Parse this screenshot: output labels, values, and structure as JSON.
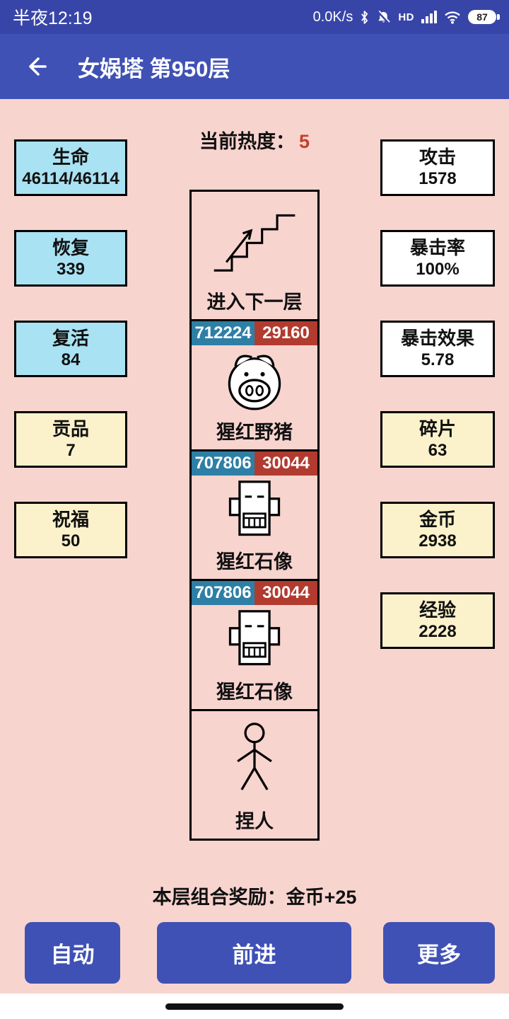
{
  "status_bar": {
    "time": "半夜12:19",
    "net_speed": "0.0K/s",
    "hd_label": "HD",
    "battery_percent": "87"
  },
  "app_bar": {
    "title": "女娲塔 第950层"
  },
  "heat": {
    "label": "当前热度：",
    "value": "5"
  },
  "stats_left": [
    {
      "label": "生命",
      "value": "46114/46114"
    },
    {
      "label": "恢复",
      "value": "339"
    },
    {
      "label": "复活",
      "value": "84"
    },
    {
      "label": "贡品",
      "value": "7"
    },
    {
      "label": "祝福",
      "value": "50"
    }
  ],
  "stats_right": [
    {
      "label": "攻击",
      "value": "1578"
    },
    {
      "label": "暴击率",
      "value": "100%"
    },
    {
      "label": "暴击效果",
      "value": "5.78"
    },
    {
      "label": "碎片",
      "value": "63"
    },
    {
      "label": "金币",
      "value": "2938"
    },
    {
      "label": "经验",
      "value": "2228"
    }
  ],
  "tower": {
    "stairs_label": "进入下一层",
    "monsters": [
      {
        "hp": "712224",
        "atk": "29160",
        "name": "猩红野猪",
        "icon": "boar-icon"
      },
      {
        "hp": "707806",
        "atk": "30044",
        "name": "猩红石像",
        "icon": "statue-icon"
      },
      {
        "hp": "707806",
        "atk": "30044",
        "name": "猩红石像",
        "icon": "statue-icon"
      }
    ],
    "player_label": "捏人"
  },
  "reward": {
    "text": "本层组合奖励：金币+25"
  },
  "buttons": [
    {
      "label": "自动"
    },
    {
      "label": "前进"
    },
    {
      "label": "更多"
    }
  ],
  "icons": [
    "back-arrow-icon",
    "bluetooth-icon",
    "mute-icon",
    "signal-icon",
    "wifi-icon",
    "battery-indicator",
    "stairs-icon",
    "boar-icon",
    "statue-icon",
    "player-icon",
    "gesture-pill"
  ],
  "colors": {
    "status_bar_bg": "#3845A8",
    "app_bar_bg": "#3F51B5",
    "background": "#F8D4CF",
    "stat_blue_bg": "#A9E2F3",
    "stat_yellow_bg": "#FBF2CC",
    "stat_white_bg": "#FFFFFF",
    "hp_badge_bg": "#2E7FA6",
    "atk_badge_bg": "#B23B30",
    "heat_value": "#C5402B",
    "button_bg": "#3F51B5"
  }
}
